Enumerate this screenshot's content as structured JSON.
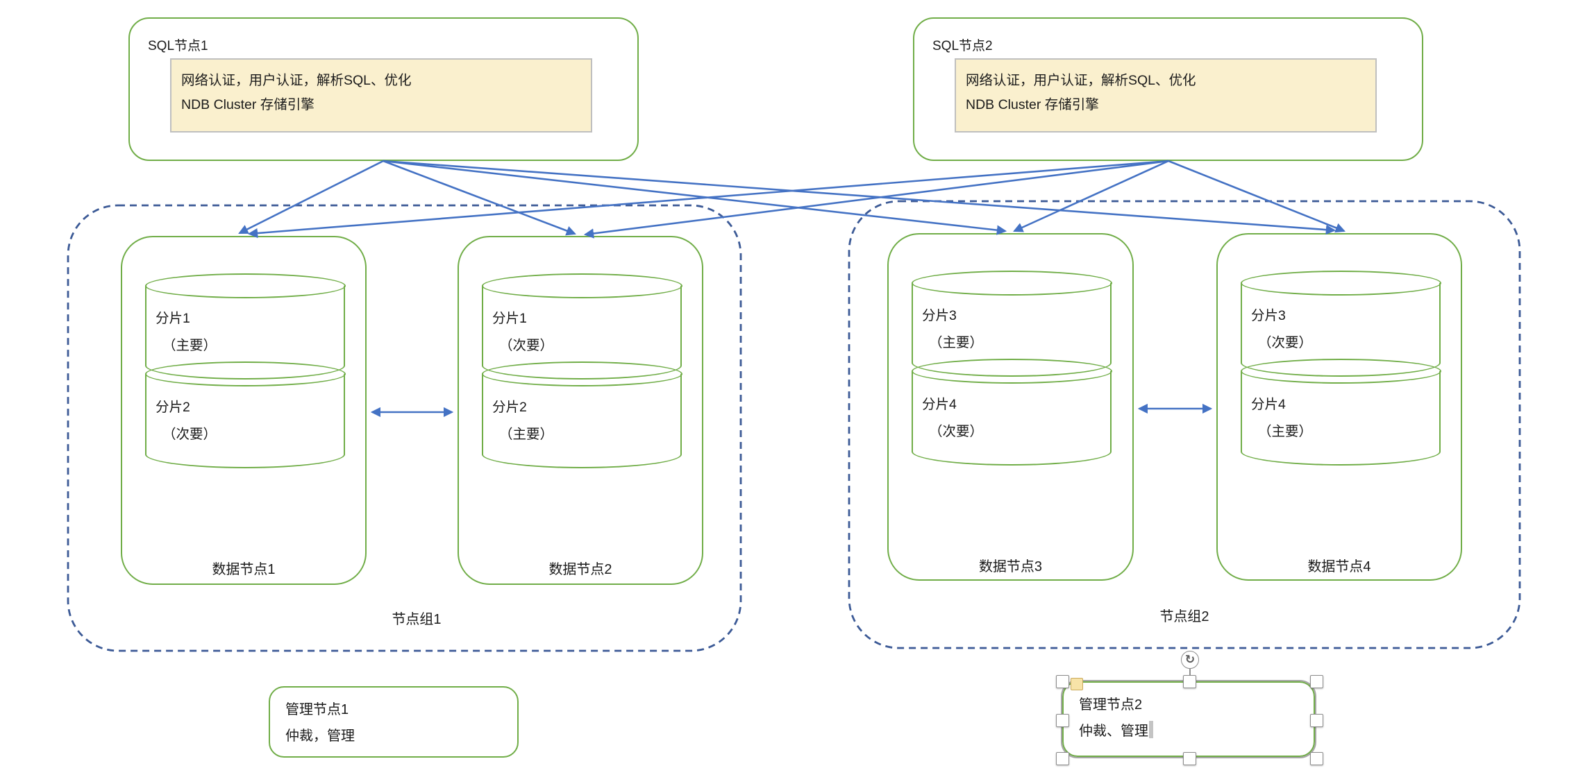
{
  "app": {
    "kind": "presentation-slide-diagram",
    "background": "#ffffff"
  },
  "colors": {
    "shape_green": "#70AD47",
    "connector_blue": "#4472C4",
    "group_dash_blue": "#3C5A96",
    "function_box_fill": "#FAF0CE",
    "function_box_border": "#BFBFBF",
    "selection_handle_border": "#8C8C8C",
    "adjust_handle_fill": "#F7E3A8"
  },
  "sql_nodes": [
    {
      "title": "SQL节点1",
      "line1": "网络认证，用户认证，解析SQL、优化",
      "line2": "NDB Cluster 存储引擎"
    },
    {
      "title": "SQL节点2",
      "line1": "网络认证，用户认证，解析SQL、优化",
      "line2": "NDB Cluster 存储引擎"
    }
  ],
  "node_groups": [
    {
      "label": "节点组1",
      "data_nodes": [
        {
          "label": "数据节点1",
          "shards": [
            {
              "name": "分片1",
              "role": "（主要）"
            },
            {
              "name": "分片2",
              "role": "（次要）"
            }
          ]
        },
        {
          "label": "数据节点2",
          "shards": [
            {
              "name": "分片1",
              "role": "（次要）"
            },
            {
              "name": "分片2",
              "role": "（主要）"
            }
          ]
        }
      ]
    },
    {
      "label": "节点组2",
      "data_nodes": [
        {
          "label": "数据节点3",
          "shards": [
            {
              "name": "分片3",
              "role": "（主要）"
            },
            {
              "name": "分片4",
              "role": "（次要）"
            }
          ]
        },
        {
          "label": "数据节点4",
          "shards": [
            {
              "name": "分片3",
              "role": "（次要）"
            },
            {
              "name": "分片4",
              "role": "（主要）"
            }
          ]
        }
      ]
    }
  ],
  "management_nodes": [
    {
      "title": "管理节点1",
      "subtitle": "仲裁，管理",
      "selected": false
    },
    {
      "title": "管理节点2",
      "subtitle": "仲裁、管理",
      "selected": true
    }
  ],
  "icons": {
    "rotate": "↻"
  }
}
